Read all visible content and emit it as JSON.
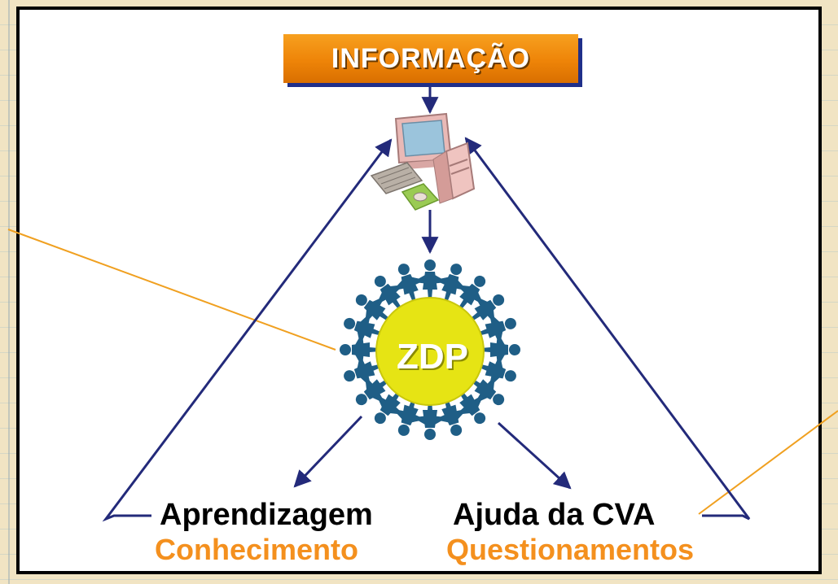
{
  "diagram": {
    "top_box": "INFORMAÇÃO",
    "center_label": "ZDP",
    "bottom_left": {
      "line1": "Aprendizagem",
      "line2": "Conhecimento"
    },
    "bottom_right": {
      "line1": "Ajuda da CVA",
      "line2": "Questionamentos"
    },
    "colors": {
      "orange": "#f4901e",
      "arrow_navy": "#232a7a",
      "callout_line": "#f0a020",
      "circle_yellow": "#e6e414",
      "people_blue": "#1f5e86"
    },
    "icons": [
      "computer-icon",
      "people-ring-icon"
    ]
  }
}
